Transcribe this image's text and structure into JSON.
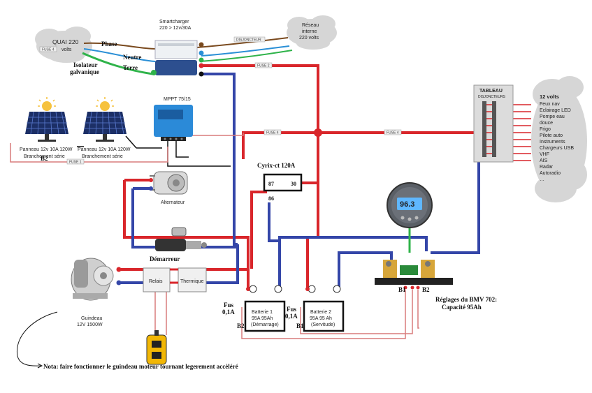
{
  "labels": {
    "quai": "QUAI 220",
    "quai_volts": "volts",
    "phase": "Phase",
    "neutre": "Neutre",
    "terre": "Terre",
    "isolateur_1": "Isolateur",
    "isolateur_2": "galvanique",
    "smartcharger_1": "Smartcharger",
    "smartcharger_2": "220 > 12v/30A",
    "disjoncteur": "DISJONCTEUR",
    "reseau_1": "Réseau",
    "reseau_2": "interne",
    "reseau_3": "220 volts",
    "mppt": "MPPT 75/15",
    "panel1_1": "Panneau 12v 10A 120W",
    "panel1_2": "Branchement série",
    "panel2_1": "Panneau 12v 10A 120W",
    "panel2_2": "Branchement série",
    "b2_panel": "B2",
    "alternateur": "Alternateur",
    "demarreur": "Démarreur",
    "cyrix": "Cyrix-ct 120A",
    "cyrix_87": "87",
    "cyrix_30": "30",
    "cyrix_86": "86",
    "relais": "Relais",
    "thermique": "Thermique",
    "guindeau_1": "Guindeau",
    "guindeau_2": "12V 1500W",
    "fus_left_1": "Fus",
    "fus_left_2": "0,1A",
    "fus_mid_1": "Fus",
    "fus_mid_2": "0,1A",
    "bat1_1": "Batterie 1",
    "bat1_2": "95A 95Ah",
    "bat1_3": "(Démarrage)",
    "bat2_1": "Batterie 2",
    "bat2_2": "95A 95 Ah",
    "bat2_3": "(Servitude)",
    "b2_bat1": "B2",
    "b1_bat2": "B1",
    "shunt_b1": "B1",
    "shunt_b2": "B2",
    "bmv_1": "Réglages du BMV 702:",
    "bmv_2": "Capacité 95Ah",
    "bmv_display": "96.3",
    "tableau_1": "TABLEAU",
    "tableau_2": "DISJONCTEURS",
    "nota": "Nota:  faire fonctionner le guindeau moteur tournant  legerement accèléré"
  },
  "fuses": {
    "fuse_quai": "FUSE 4",
    "fuse_2": "FUSE 2",
    "fuse_4a": "FUSE 4",
    "fuse_4b": "FUSE 4",
    "fuse_1": "FUSE 1"
  },
  "circuits": {
    "title": "12 volts",
    "items": [
      "Feux nav",
      "Eclairage LED",
      "Pompe eau",
      "douce",
      "Frigo",
      "Pilote auto",
      "Instruments",
      "Chargeurs USB",
      "VHF",
      "AIS",
      "Radar",
      "Autoradio",
      "…"
    ]
  },
  "colors": {
    "positive": "#d9262b",
    "negative": "#3446a8",
    "phase": "#7a4a1e",
    "neutre": "#2a8fd6",
    "terre": "#2fb34a"
  }
}
